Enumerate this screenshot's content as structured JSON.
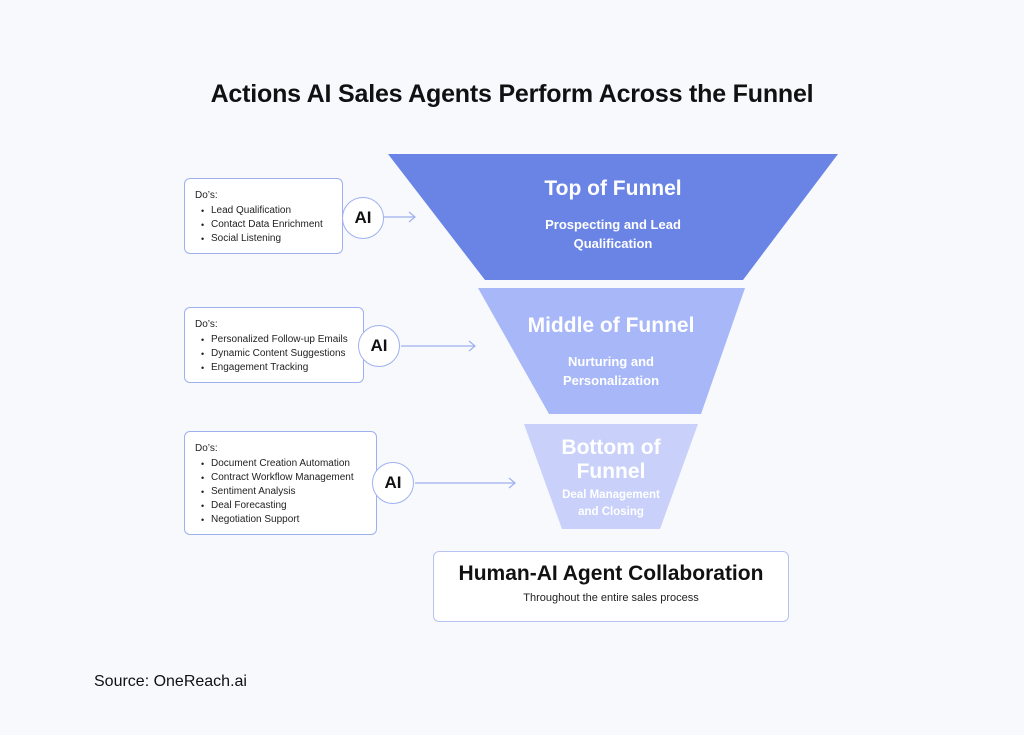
{
  "title": "Actions AI Sales Agents Perform Across the Funnel",
  "colors": {
    "top": "#6a84e6",
    "middle": "#a8b7f7",
    "bottom": "#c9d1fa",
    "border": "#9fb0f0",
    "background": "#f7f9fd"
  },
  "stages": [
    {
      "title": "Top of Funnel",
      "subtitle": "Prospecting and Lead Qualification"
    },
    {
      "title": "Middle of Funnel",
      "subtitle": "Nurturing and Personalization"
    },
    {
      "title": "Bottom of Funnel",
      "subtitle": "Deal Management and Closing"
    }
  ],
  "ai_label": "AI",
  "boxes": [
    {
      "heading": "Do’s:",
      "items": [
        "Lead Qualification",
        "Contact Data Enrichment",
        "Social Listening"
      ]
    },
    {
      "heading": "Do’s:",
      "items": [
        "Personalized Follow-up Emails",
        "Dynamic Content Suggestions",
        "Engagement Tracking"
      ]
    },
    {
      "heading": "Do’s:",
      "items": [
        "Document Creation Automation",
        "Contract Workflow Management",
        "Sentiment Analysis",
        "Deal Forecasting",
        "Negotiation Support"
      ]
    }
  ],
  "collaboration": {
    "title": "Human-AI Agent Collaboration",
    "subtitle": "Throughout the entire sales process"
  },
  "source": "Source: OneReach.ai"
}
